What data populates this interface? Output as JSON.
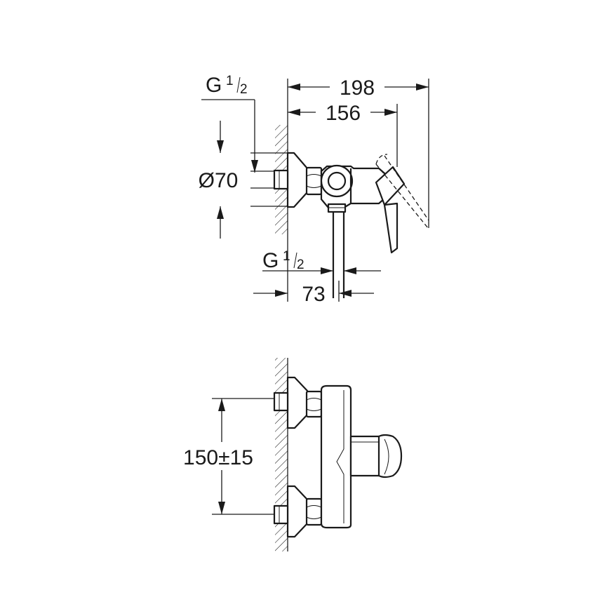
{
  "colors": {
    "line": "#1a1a1a",
    "background": "#ffffff"
  },
  "dimensions": {
    "overall_depth": "198",
    "handle_depth": "156",
    "inlet_thread_label": "G",
    "inlet_thread_num": "1",
    "inlet_thread_den": "2",
    "flange_diameter": "Ø70",
    "outlet_thread_label": "G",
    "outlet_thread_num": "1",
    "outlet_thread_den": "2",
    "outlet_offset": "73",
    "inlet_spacing": "150±15"
  }
}
